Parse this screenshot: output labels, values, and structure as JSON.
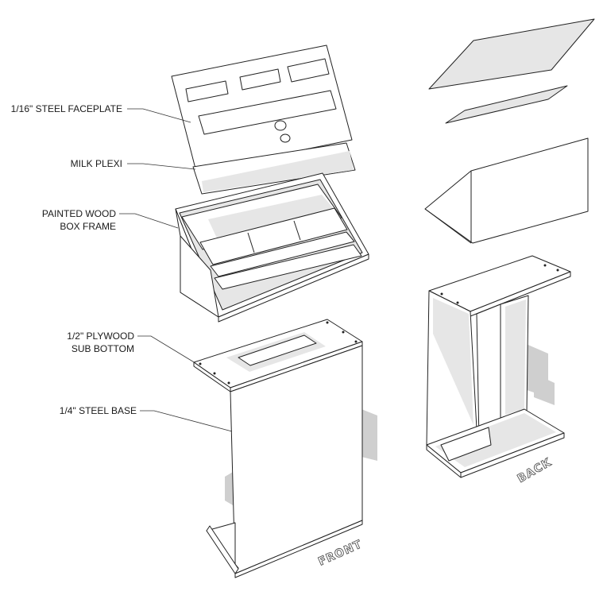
{
  "labels": {
    "faceplate": "1/16\" STEEL FACEPLATE",
    "plexi": "MILK PLEXI",
    "box_frame_line1": "PAINTED WOOD",
    "box_frame_line2": "BOX FRAME",
    "sub_bottom_line1": "1/2\" PLYWOOD",
    "sub_bottom_line2": "SUB BOTTOM",
    "steel_base": "1/4\" STEEL BASE"
  },
  "views": {
    "front": "FRONT",
    "back": "BACK"
  }
}
